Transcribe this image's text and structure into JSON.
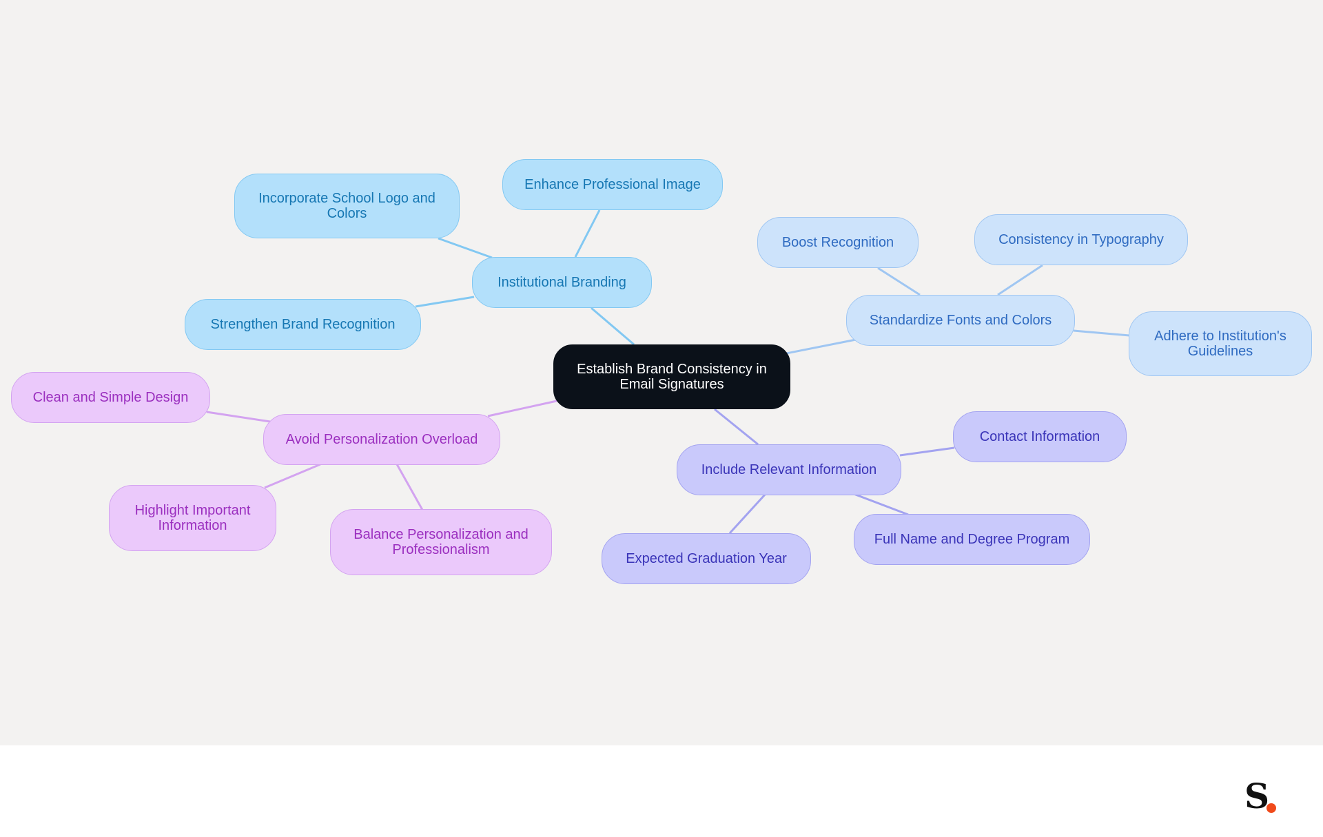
{
  "center": {
    "label": "Establish Brand Consistency in Email Signatures"
  },
  "branches": {
    "institutional": {
      "label": "Institutional Branding",
      "children": [
        "Enhance Professional Image",
        "Incorporate School Logo and Colors",
        "Strengthen Brand Recognition"
      ]
    },
    "standardize": {
      "label": "Standardize Fonts and Colors",
      "children": [
        "Boost Recognition",
        "Consistency in Typography",
        "Adhere to Institution's Guidelines"
      ]
    },
    "relevant": {
      "label": "Include Relevant Information",
      "children": [
        "Contact Information",
        "Full Name and Degree Program",
        "Expected Graduation Year"
      ]
    },
    "personalization": {
      "label": "Avoid Personalization Overload",
      "children": [
        "Clean and Simple Design",
        "Highlight Important Information",
        "Balance Personalization and Professionalism"
      ]
    }
  },
  "colors": {
    "background": "#f3f2f1",
    "center_fill": "#0b1119",
    "blue_edge": "#82c8f2",
    "lightblue_edge": "#9fc6f2",
    "violet_edge": "#a3a3f0",
    "purple_edge": "#d3a3f0",
    "logo_dot": "#f04a1b"
  },
  "logo": {
    "text": "S",
    "icon": "brand-logo-icon"
  }
}
